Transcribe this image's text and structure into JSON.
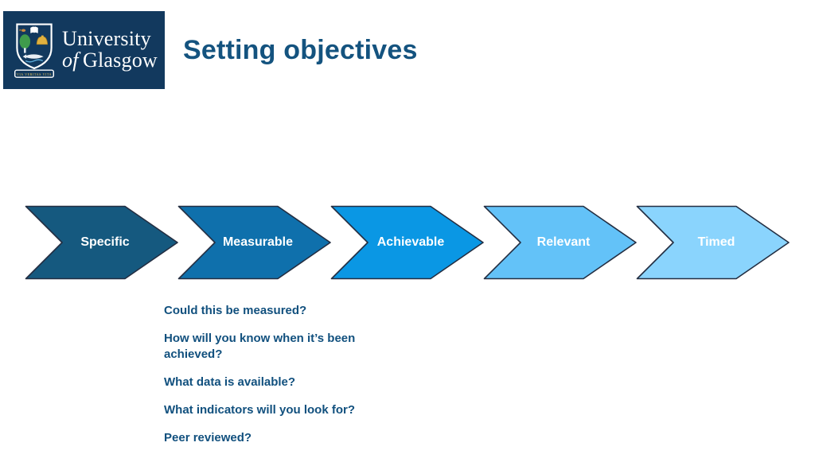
{
  "slide": {
    "title": "Setting objectives",
    "logo": {
      "line1": "University",
      "line2_of": "of",
      "line2_name": "Glasgow",
      "motto": "VIA VERITAS VITA",
      "bg_color": "#12395e"
    },
    "colors": {
      "title_text": "#14537f",
      "body_text": "#11507e",
      "arrow_border": "#232e42",
      "arrow_label_text": "#ffffff"
    },
    "smart_arrows": [
      {
        "label": "Specific",
        "color": "#15597f"
      },
      {
        "label": "Measurable",
        "color": "#0f70ac"
      },
      {
        "label": "Achievable",
        "color": "#0a97e4"
      },
      {
        "label": "Relevant",
        "color": "#63c2f8"
      },
      {
        "label": "Timed",
        "color": "#8ad4fd"
      }
    ],
    "questions": [
      "Could this be measured?",
      "How will you know when it’s been achieved?",
      "What data is available?",
      "What indicators will you look for?",
      "Peer reviewed?"
    ]
  }
}
